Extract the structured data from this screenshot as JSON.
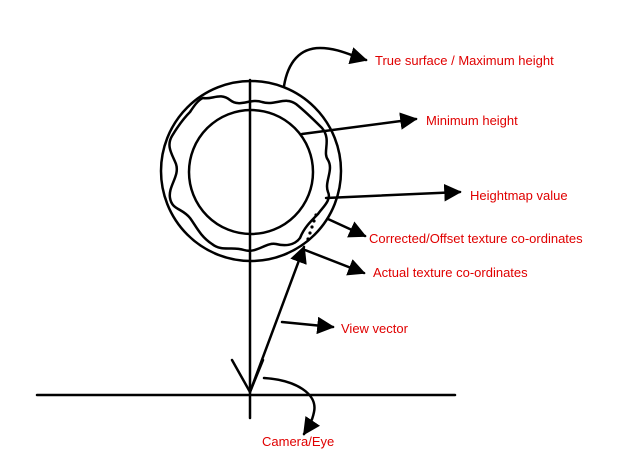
{
  "diagram": {
    "label_color": "#e00000",
    "line_color": "#000000",
    "labels": {
      "true_surface": "True surface / Maximum height",
      "minimum_height": "Minimum height",
      "heightmap_value": "Heightmap value",
      "corrected_offset": "Corrected/Offset texture co-ordinates",
      "actual_coords": "Actual texture co-ordinates",
      "view_vector": "View vector",
      "camera_eye": "Camera/Eye"
    }
  }
}
